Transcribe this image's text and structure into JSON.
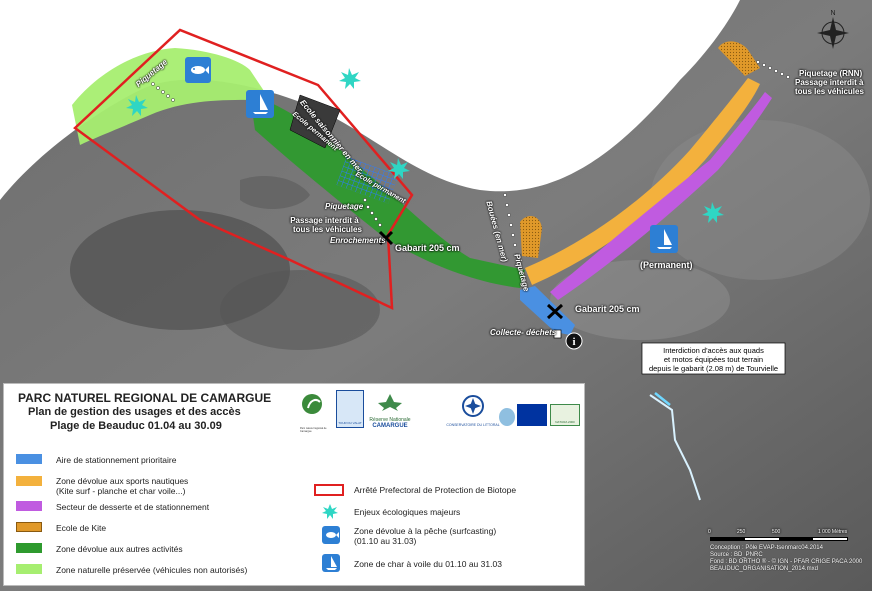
{
  "map_labels": {
    "ecole_saisonnier": "Ecole saisonnier en mer",
    "ecole_permanent_top": "Ecole permanent",
    "ecole_permanent_zone": "Ecole permanent",
    "piquetage_left": "Piquetage",
    "piquetage_mid": "Piquetage",
    "passage_interdit_1": "Passage interdit à",
    "passage_interdit_2": "tous les véhicules",
    "enrochements": "Enrochements",
    "gabarit_1": "Gabarit 205 cm",
    "gabarit_2": "Gabarit 205 cm",
    "piquetage_rnn": "Piquetage (RNN)",
    "passage_rnn_1": "Passage interdit à",
    "passage_rnn_2": "tous les véhicules",
    "bouees": "Bouées (en mer)",
    "piquetage_right": "Piquetage",
    "permanent": "(Permanent)",
    "collecte": "Collecte- déchets",
    "interdiction_1": "Interdiction d'accès aux quads",
    "interdiction_2": "et motos équipées tout terrain",
    "interdiction_3": "depuis le gabarit (2.08 m) de Tourvielle"
  },
  "legend": {
    "title1": "PARC NATUREL REGIONAL DE CAMARGUE",
    "title2": "Plan de gestion des usages et des accès",
    "title3": "Plage de Beauduc 01.04 au 30.09",
    "items": [
      {
        "label": "Aire de stationnement prioritaire",
        "color": "#4a90e2"
      },
      {
        "label": "Zone dévolue aux sports nautiques",
        "label2": "(Kite surf - planche et char voile...)",
        "color": "#f3b13d"
      },
      {
        "label": "Secteur de desserte et de stationnement",
        "color": "#c05be0"
      },
      {
        "label": "Ecole de Kite",
        "color": "#e0992a"
      },
      {
        "label": "Zone dévolue aux autres activités",
        "color": "#2e9a2e"
      },
      {
        "label": "Zone naturelle préservée (véhicules non autorisés)",
        "color": "#a6ee70"
      }
    ],
    "items2": [
      {
        "label": "Arrêté Prefectoral de Protection de Biotope",
        "color": "#e02020"
      },
      {
        "label": "Enjeux écologiques majeurs",
        "color": "#2fd6c4"
      },
      {
        "label": "Zone dévolue à la pêche (surfcasting)",
        "label2": "(01.10 au 31.03)"
      },
      {
        "label": "Zone de char à voile du 01.10 au 31.03"
      }
    ],
    "logos": {
      "parc": "Parc naturel régional de Camargue",
      "tour": "TOUR DU VALAT",
      "reserve1": "Réserve Nationale",
      "reserve2": "CAMARGUE",
      "conservatoire": "CONSERVATOIRE DU LITTORAL",
      "natura": "NATURA 2000"
    }
  },
  "credits": {
    "line1": "Conception : Pôle EVAP-tsenmarc04.2014",
    "line2": "Source : BD_PNRC",
    "line3": "Fond : BD ORTHO ® - © IGN - PFAR CRIGE PACA 2000",
    "line4": "BEAUDUC_ORGANISATION_2014.mxd"
  },
  "scale": {
    "ticks": [
      "0",
      "250",
      "500",
      "1 000 Mètres"
    ]
  },
  "colors": {
    "prioritaire": "#4a90e2",
    "nautique": "#f3b13d",
    "desserte": "#c05be0",
    "kite": "#e0992a",
    "autres": "#2e9a2e",
    "naturelle": "#a6ee70",
    "biotope": "#e02020",
    "enjeux": "#2fd6c4"
  }
}
